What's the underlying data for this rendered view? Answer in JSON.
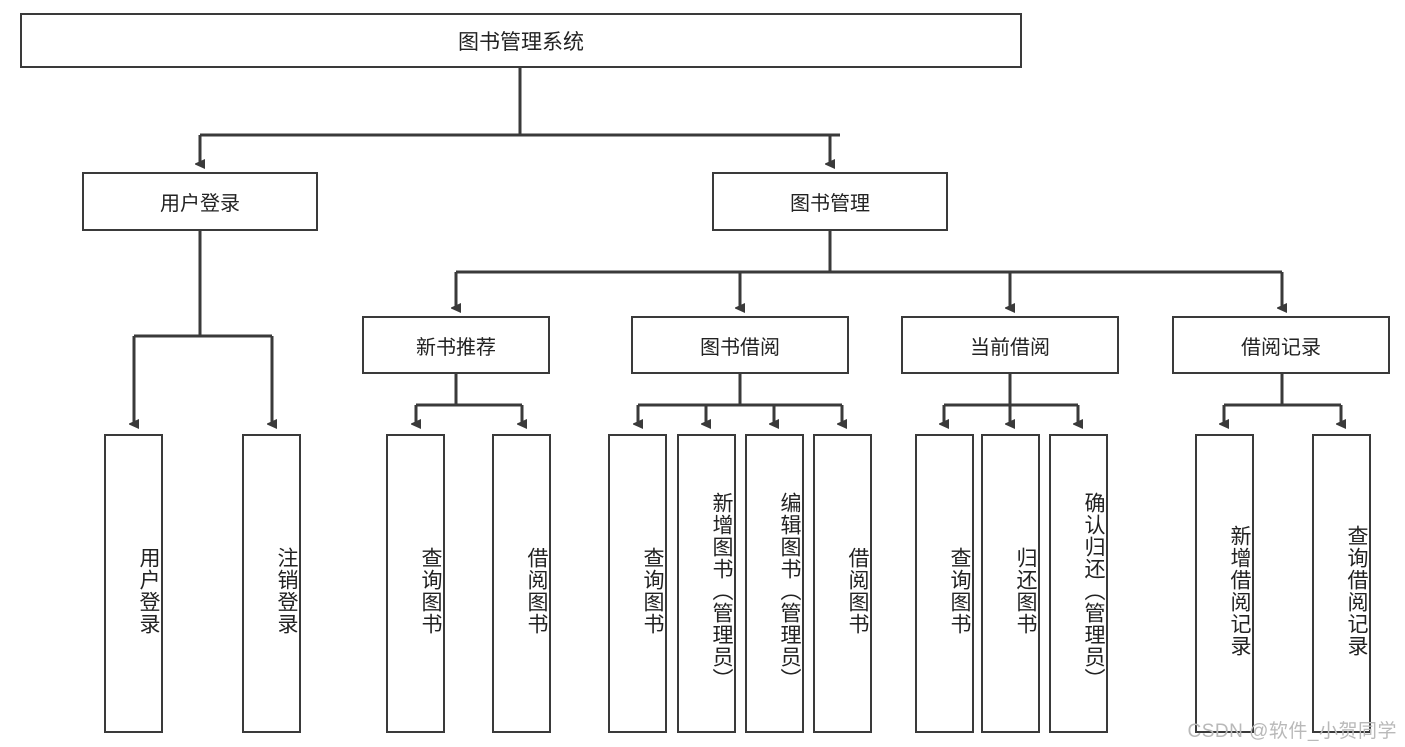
{
  "diagram": {
    "type": "tree-hierarchy",
    "title": "图书管理系统",
    "watermark": "CSDN @软件_小贺同学",
    "style": {
      "box_border_color": "#3a3a3a",
      "box_fill_color": "#ffffff",
      "edge_color": "#3a3a3a",
      "background_color": "#ffffff",
      "text_color": "#222222"
    },
    "nodes": {
      "root": {
        "label": "图书管理系统"
      },
      "level1": [
        {
          "label": "用户登录"
        },
        {
          "label": "图书管理"
        }
      ],
      "level2": [
        {
          "label": "新书推荐"
        },
        {
          "label": "图书借阅"
        },
        {
          "label": "当前借阅"
        },
        {
          "label": "借阅记录"
        }
      ],
      "leaves": {
        "user_login": [
          {
            "label": "用户登录"
          },
          {
            "label": "注销登录"
          }
        ],
        "new_book_recommend": [
          {
            "label": "查询图书"
          },
          {
            "label": "借阅图书"
          }
        ],
        "book_borrow": [
          {
            "label": "查询图书"
          },
          {
            "label": "新增图书（管理员）"
          },
          {
            "label": "编辑图书（管理员）"
          },
          {
            "label": "借阅图书"
          }
        ],
        "current_borrow": [
          {
            "label": "查询图书"
          },
          {
            "label": "归还图书"
          },
          {
            "label": "确认归还（管理员）"
          }
        ],
        "borrow_record": [
          {
            "label": "新增借阅记录"
          },
          {
            "label": "查询借阅记录"
          }
        ]
      }
    }
  }
}
